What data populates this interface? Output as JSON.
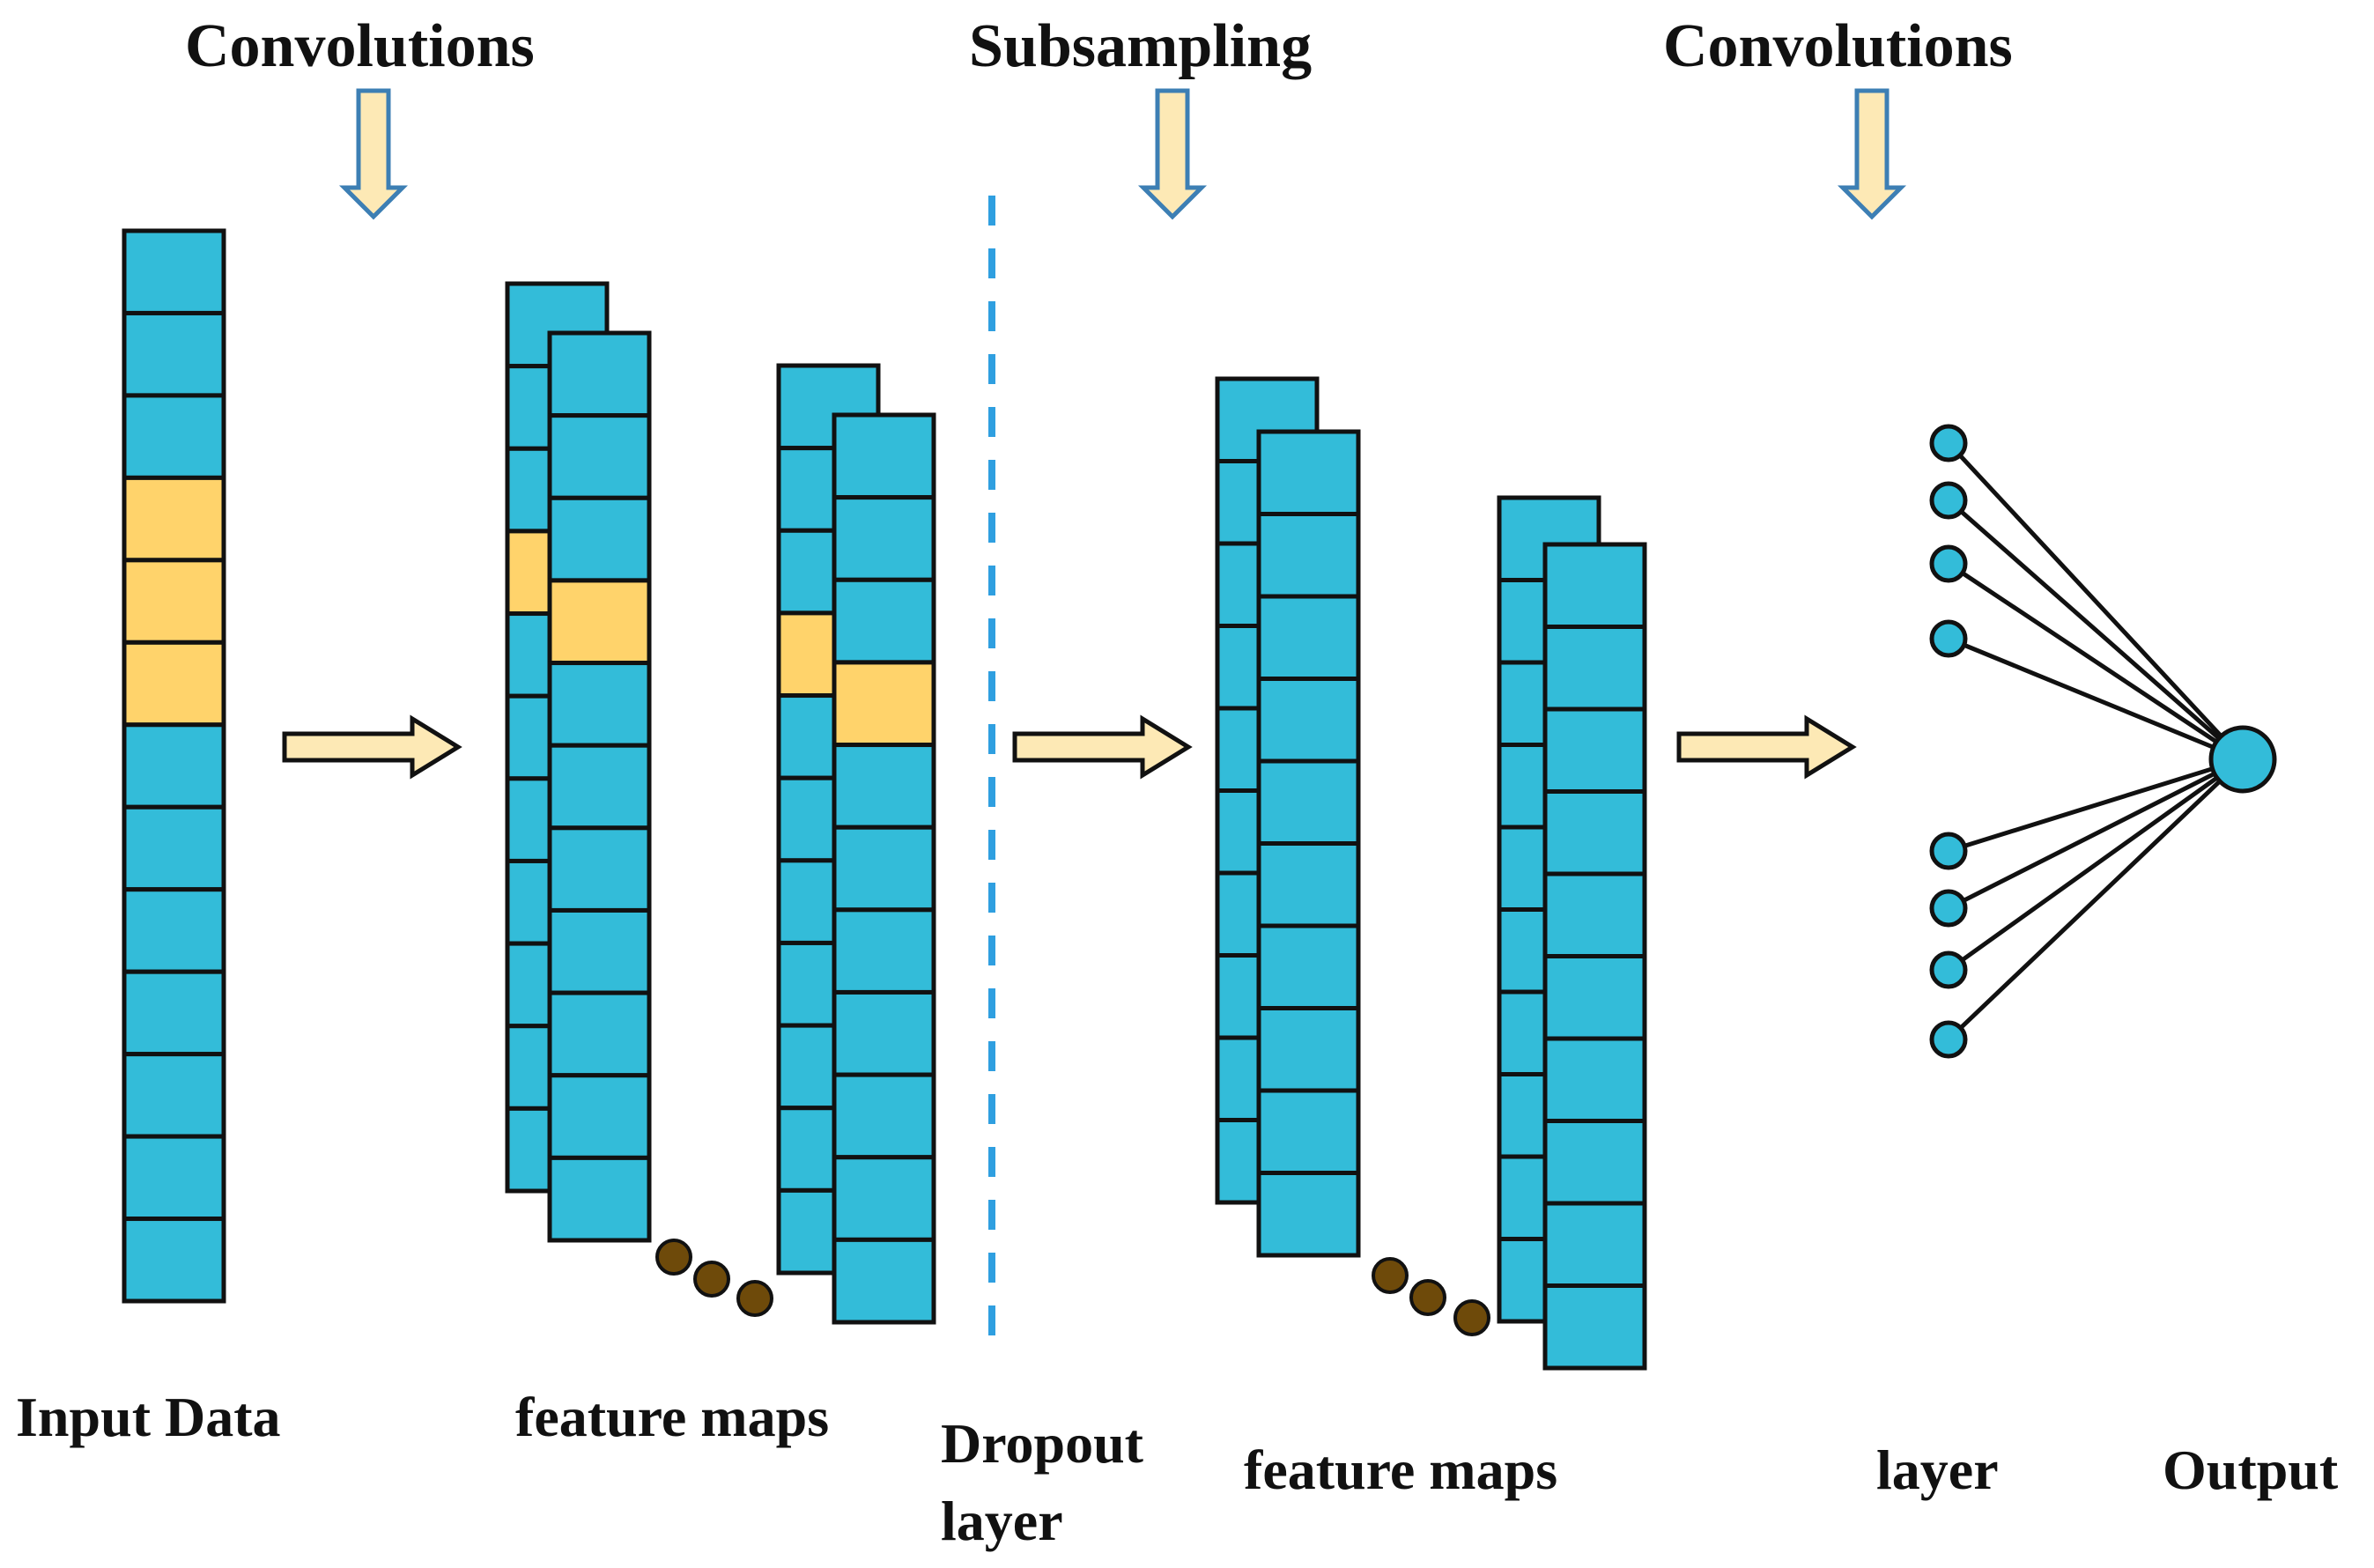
{
  "header": {
    "step_1": "Convolutions",
    "step_2": "Subsampling",
    "step_3": "Convolutions"
  },
  "labels": {
    "input_data": "Input Data",
    "feature_maps_1": "feature maps",
    "dropout_line_1": "Dropout",
    "dropout_line_2": "layer",
    "feature_maps_2": "feature maps",
    "layer": "layer",
    "output": "Output"
  },
  "colors": {
    "cell": "#33bcd9",
    "highlight": "#ffd36b",
    "outline": "#111111",
    "dots": "#6e4a0a",
    "arrow_fill": "#fde9b5",
    "down_arrow_stroke": "#3d7fb4",
    "dropout_line": "#2f9fe0"
  }
}
